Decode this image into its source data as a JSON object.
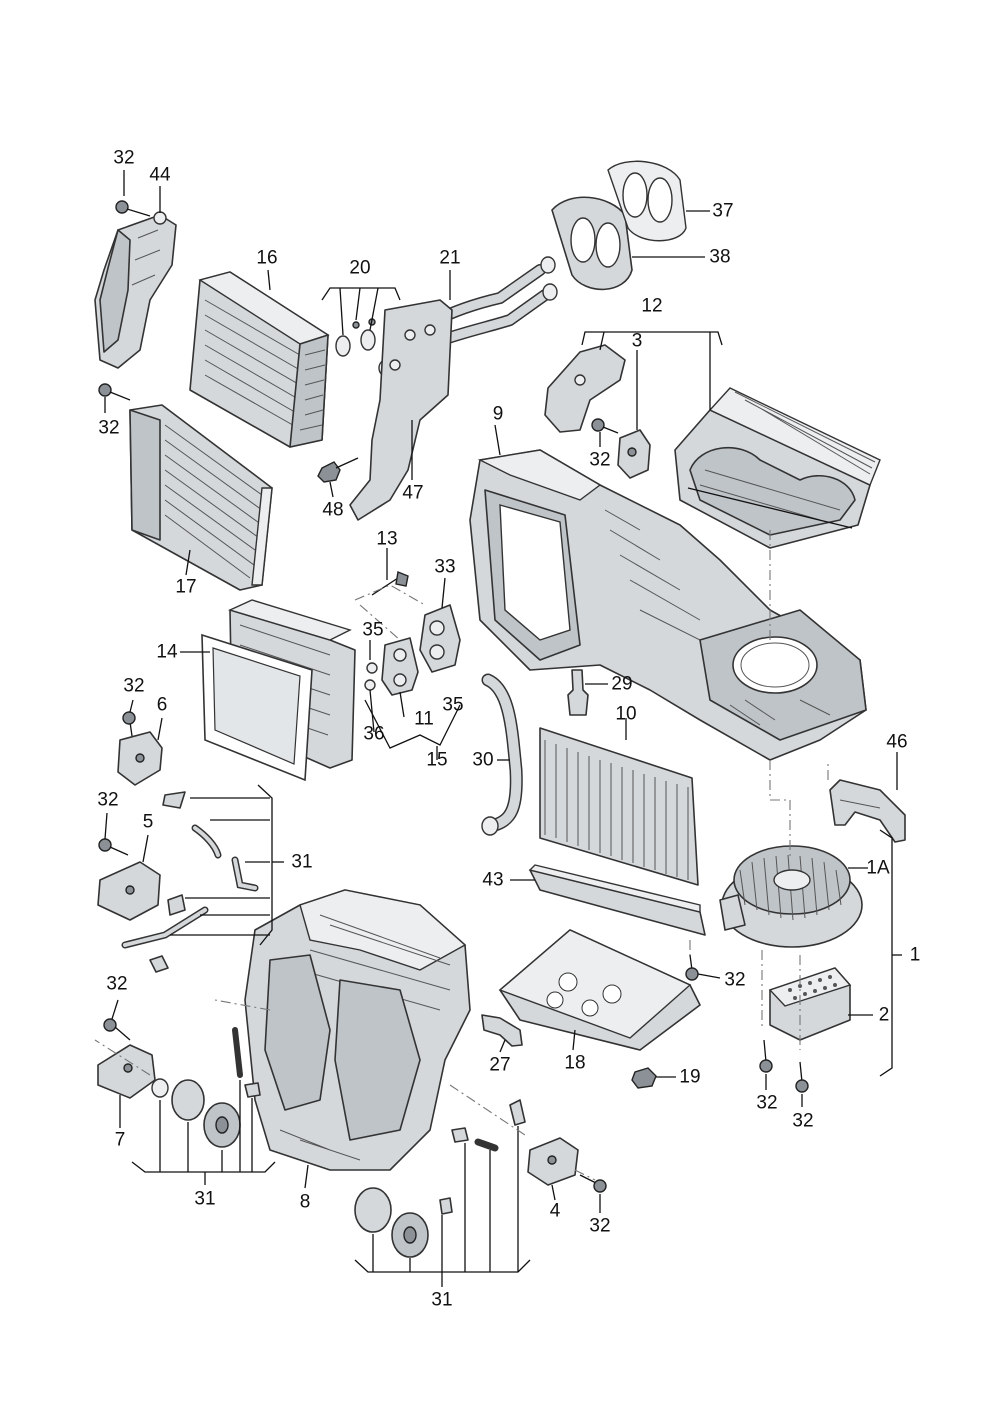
{
  "callouts": {
    "c1": "1",
    "c1a": "1A",
    "c2": "2",
    "c3": "3",
    "c4": "4",
    "c5": "5",
    "c6": "6",
    "c7": "7",
    "c8": "8",
    "c9": "9",
    "c10": "10",
    "c11": "11",
    "c12": "12",
    "c13": "13",
    "c14": "14",
    "c15": "15",
    "c16": "16",
    "c17": "17",
    "c18": "18",
    "c19": "19",
    "c20": "20",
    "c21": "21",
    "c27": "27",
    "c29": "29",
    "c30": "30",
    "c31": "31",
    "c32": "32",
    "c33": "33",
    "c35": "35",
    "c36": "36",
    "c37": "37",
    "c38": "38",
    "c43": "43",
    "c44": "44",
    "c46": "46",
    "c47": "47",
    "c48": "48"
  }
}
